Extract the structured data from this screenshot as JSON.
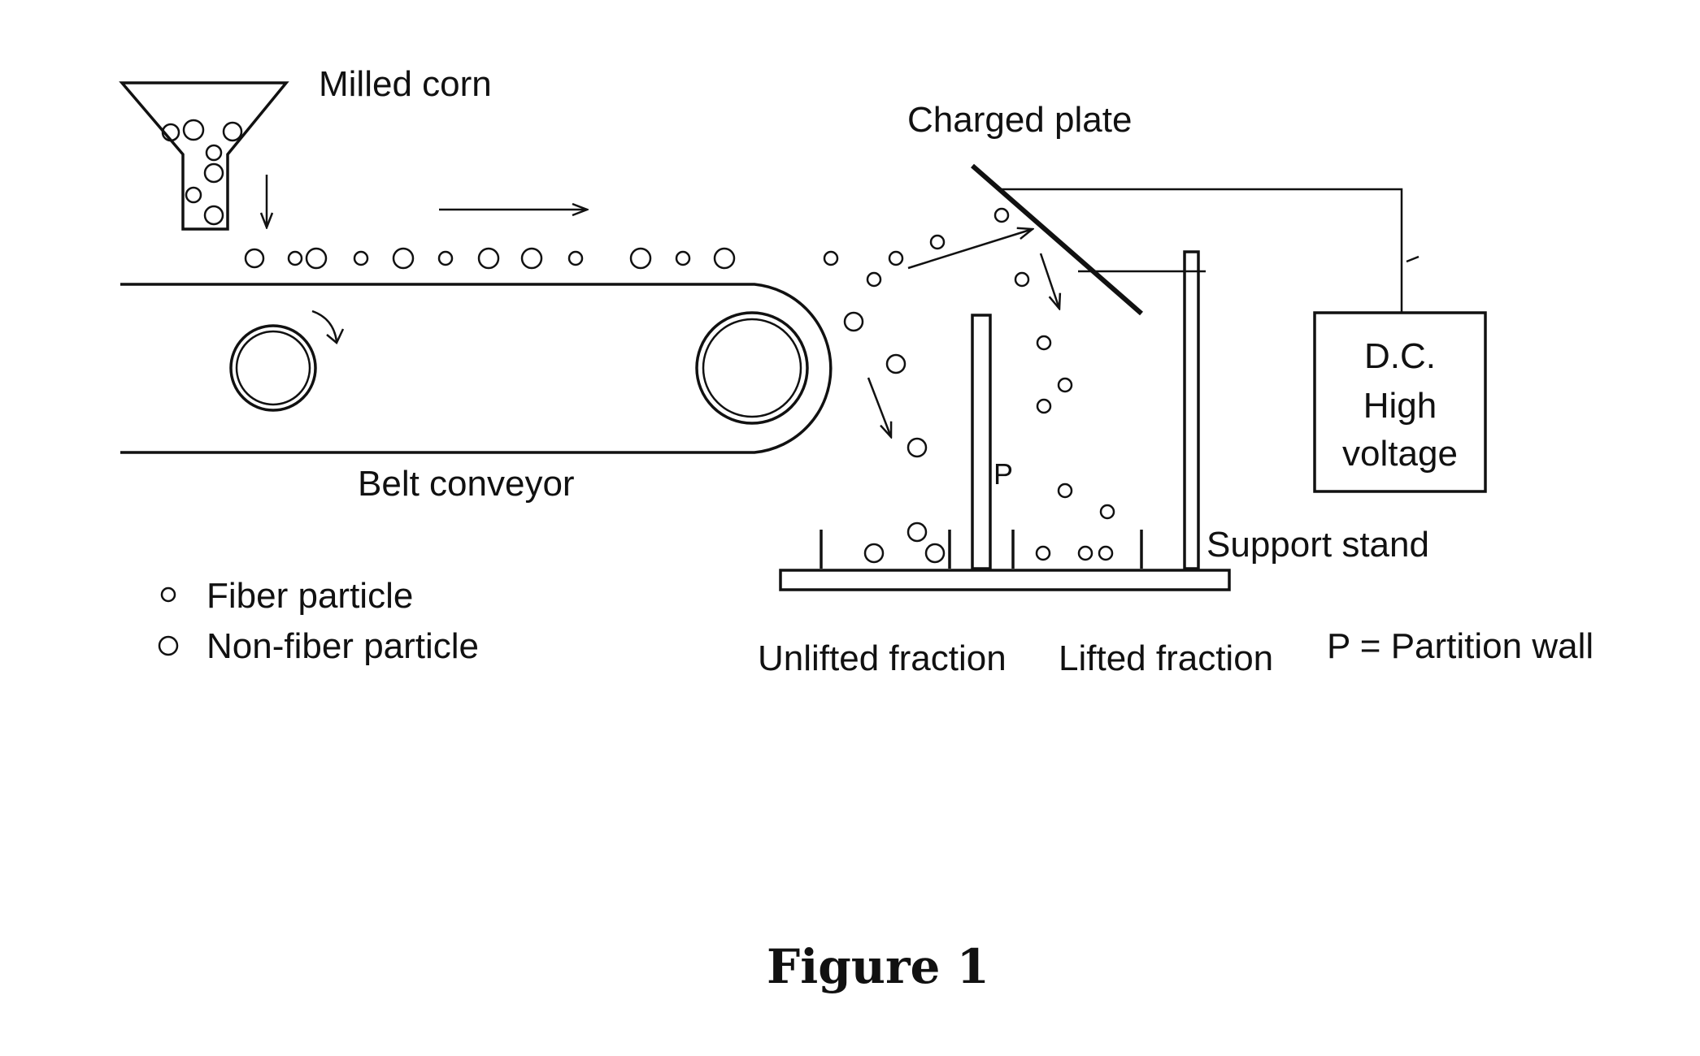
{
  "labels": {
    "milled_corn": "Milled corn",
    "charged_plate": "Charged plate",
    "dc_line1": "D.C.",
    "dc_line2": "High",
    "dc_line3": "voltage",
    "belt_conveyor": "Belt conveyor",
    "support_stand": "Support stand",
    "partition_p": "P",
    "unlifted_fraction": "Unlifted fraction",
    "lifted_fraction": "Lifted fraction",
    "partition_wall_note": "P = Partition wall",
    "fiber_particle": "Fiber particle",
    "non_fiber_particle": "Non-fiber particle",
    "figure_caption": "Figure 1"
  }
}
